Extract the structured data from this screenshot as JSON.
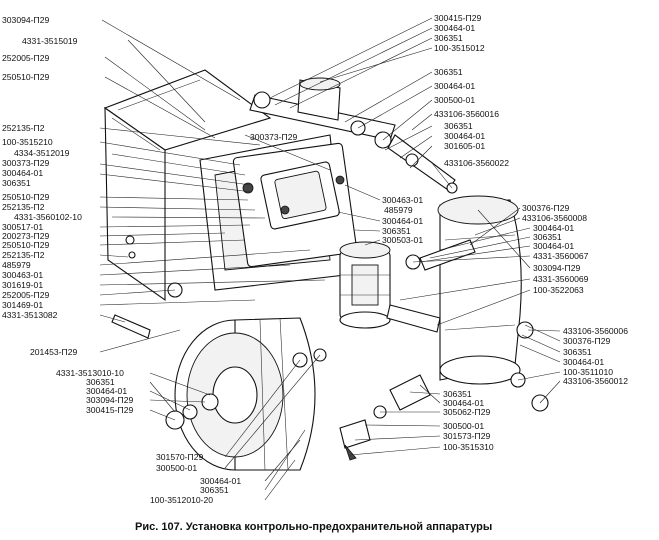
{
  "caption": "Рис. 107. Установка контрольно-предохранительной аппаратуры",
  "labels_left": [
    "303094-П29",
    "4331-3515019",
    "252005-П29",
    "250510-П29",
    "252135-П2",
    "100-3515210",
    "4334-3512019",
    "300373-П29",
    "300464-01",
    "306351",
    "250510-П29",
    "252135-П2",
    "4331-3560102-10",
    "300517-01",
    "200273-П29",
    "250510-П29",
    "252135-П2",
    "485979",
    "300463-01",
    "301619-01",
    "252005-П29",
    "301469-01",
    "4331-3513082",
    "201453-П29",
    "4331-3513010-10",
    "306351",
    "300464-01",
    "303094-П29",
    "300415-П29"
  ],
  "labels_center": [
    "300373-П29",
    "300463-01",
    "485979",
    "300464-01",
    "306351",
    "300503-01"
  ],
  "labels_right": [
    "300415-П29",
    "300464-01",
    "306351",
    "100-3515012",
    "306351",
    "300464-01",
    "300500-01",
    "433106-3560016",
    "306351",
    "300464-01",
    "301605-01",
    "433106-3560022",
    "300376-П29",
    "433106-3560008",
    "300464-01",
    "306351",
    "300464-01",
    "4331-3560067",
    "303094-П29",
    "4331-3560069",
    "100-3522063",
    "433106-3560006",
    "300376-П29",
    "306351",
    "300464-01",
    "100-3511010",
    "433106-3560012",
    "306351",
    "300464-01",
    "305062-П29",
    "300500-01",
    "301573-П29",
    "100-3515310"
  ],
  "labels_bottom": [
    "301570-П29",
    "300500-01",
    "300464-01",
    "306351",
    "100-3512010-20"
  ]
}
